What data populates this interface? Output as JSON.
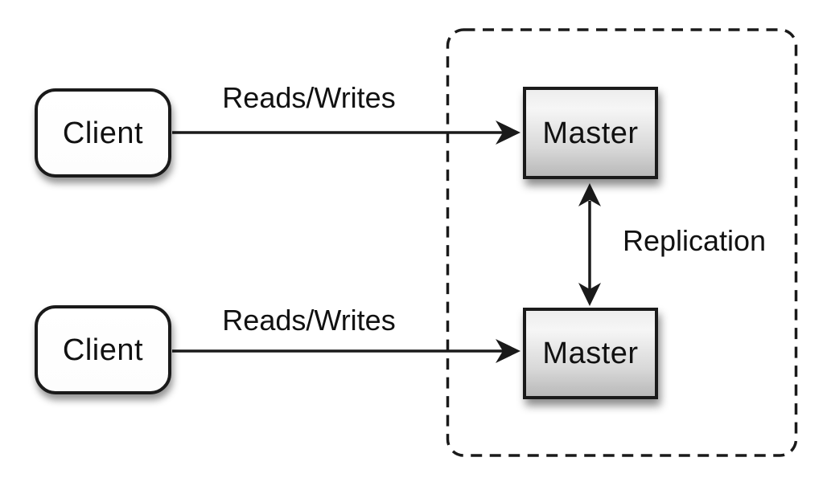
{
  "nodes": {
    "client_top": {
      "label": "Client"
    },
    "client_bottom": {
      "label": "Client"
    },
    "master_top": {
      "label": "Master"
    },
    "master_bottom": {
      "label": "Master"
    }
  },
  "edges": {
    "reads_writes_top": {
      "label": "Reads/Writes"
    },
    "reads_writes_bottom": {
      "label": "Reads/Writes"
    },
    "replication": {
      "label": "Replication"
    }
  },
  "colors": {
    "background": "#ffffff",
    "stroke": "#1a1a1a",
    "text": "#111111",
    "client_fill": "#ffffff",
    "master_gradient_top": "#ededed",
    "master_gradient_bottom": "#b9b9b9"
  }
}
